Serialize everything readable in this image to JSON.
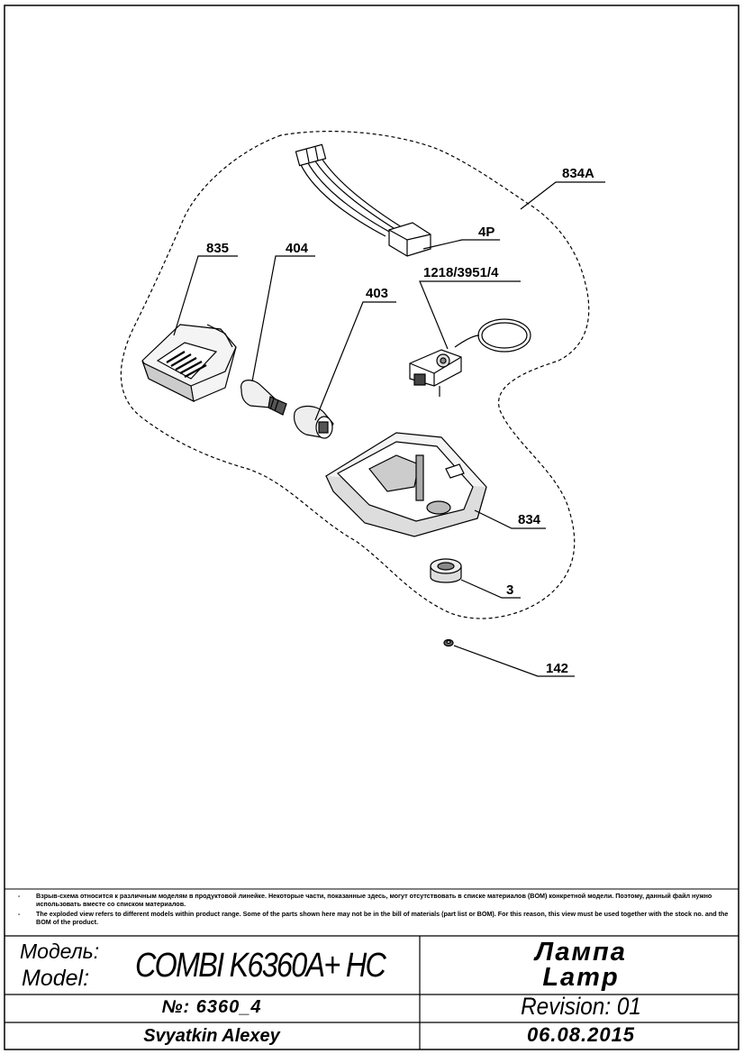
{
  "callouts": {
    "c834A": "834A",
    "c4P": "4P",
    "c1218": "1218/3951/4",
    "c835": "835",
    "c404": "404",
    "c403": "403",
    "c834": "834",
    "c3": "3",
    "c142": "142"
  },
  "notes": [
    "Взрыв-схема относится к различным моделям в продуктовой линейке.  Некоторые части, показанные здесь, могут отсутствовать в списке материалов (BOM) конкретной модели. Поэтому, данный файл нужно использовать вместе со списком материалов.",
    "The exploded view refers to different models within product range. Some of the parts shown here may not be in the bill of materials (part list or BOM). For this reason, this view must be used together with the stock no. and the BOM of the product."
  ],
  "note_bullet": "-",
  "title_block": {
    "model_label_ru": "Модель:",
    "model_label_en": "Model:",
    "model_name": "COMBI K6360A+ HC",
    "title_ru": "Лампа",
    "title_en": "Lamp",
    "doc_number": "№: 6360_4",
    "revision": "Revision: 01",
    "author": "Svyatkin Alexey",
    "date": "06.08.2015"
  }
}
